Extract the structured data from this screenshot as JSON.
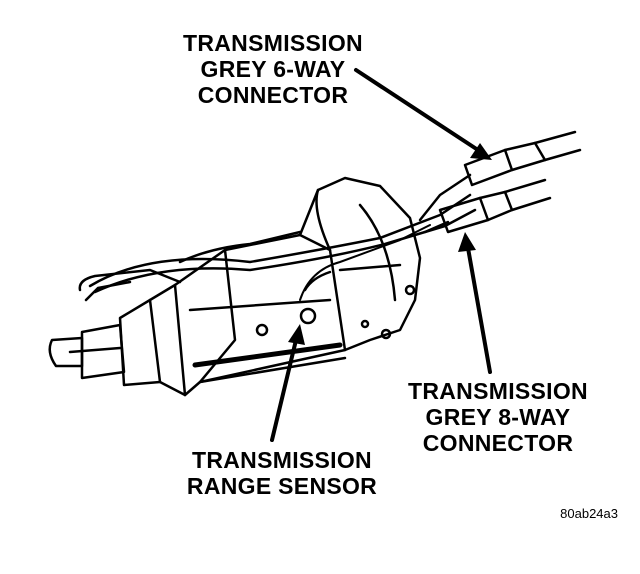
{
  "labels": {
    "grey_6way": [
      "TRANSMISSION",
      "GREY 6-WAY",
      "CONNECTOR"
    ],
    "grey_8way": [
      "TRANSMISSION",
      "GREY 8-WAY",
      "CONNECTOR"
    ],
    "range_sensor": [
      "TRANSMISSION",
      "RANGE SENSOR"
    ]
  },
  "figure_id": "80ab24a3"
}
